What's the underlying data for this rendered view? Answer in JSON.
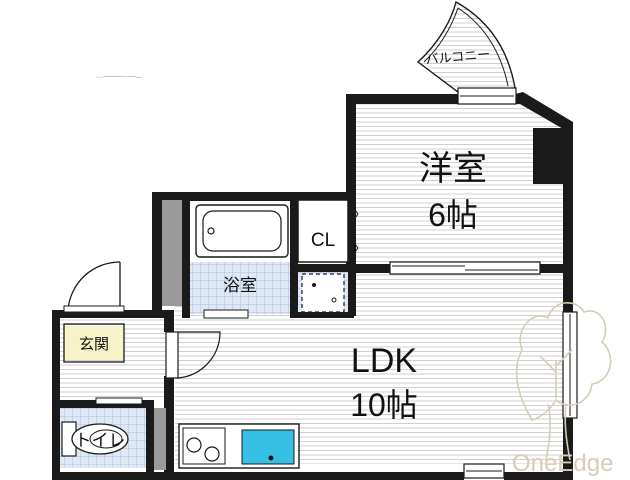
{
  "rooms": {
    "western": {
      "name": "洋室",
      "size": "6帖"
    },
    "ldk": {
      "name": "LDK",
      "size": "10帖"
    },
    "bath": {
      "name": "浴室"
    },
    "closet": {
      "name": "CL"
    },
    "entrance": {
      "name": "玄関"
    },
    "toilet": {
      "name": "トイレ"
    },
    "balcony": {
      "name": "バルコニー"
    }
  },
  "watermark": {
    "text": "OneEdge"
  },
  "colors": {
    "wall": "#1a1a1a",
    "floor_stripe": "#cfcfcf",
    "tile_fill": "#dfe9f6",
    "tile_line": "#9ab3d8",
    "sink": "#36c0e6",
    "entrance_fill": "#f7f2c8",
    "watermark": "#d7ccb7"
  }
}
